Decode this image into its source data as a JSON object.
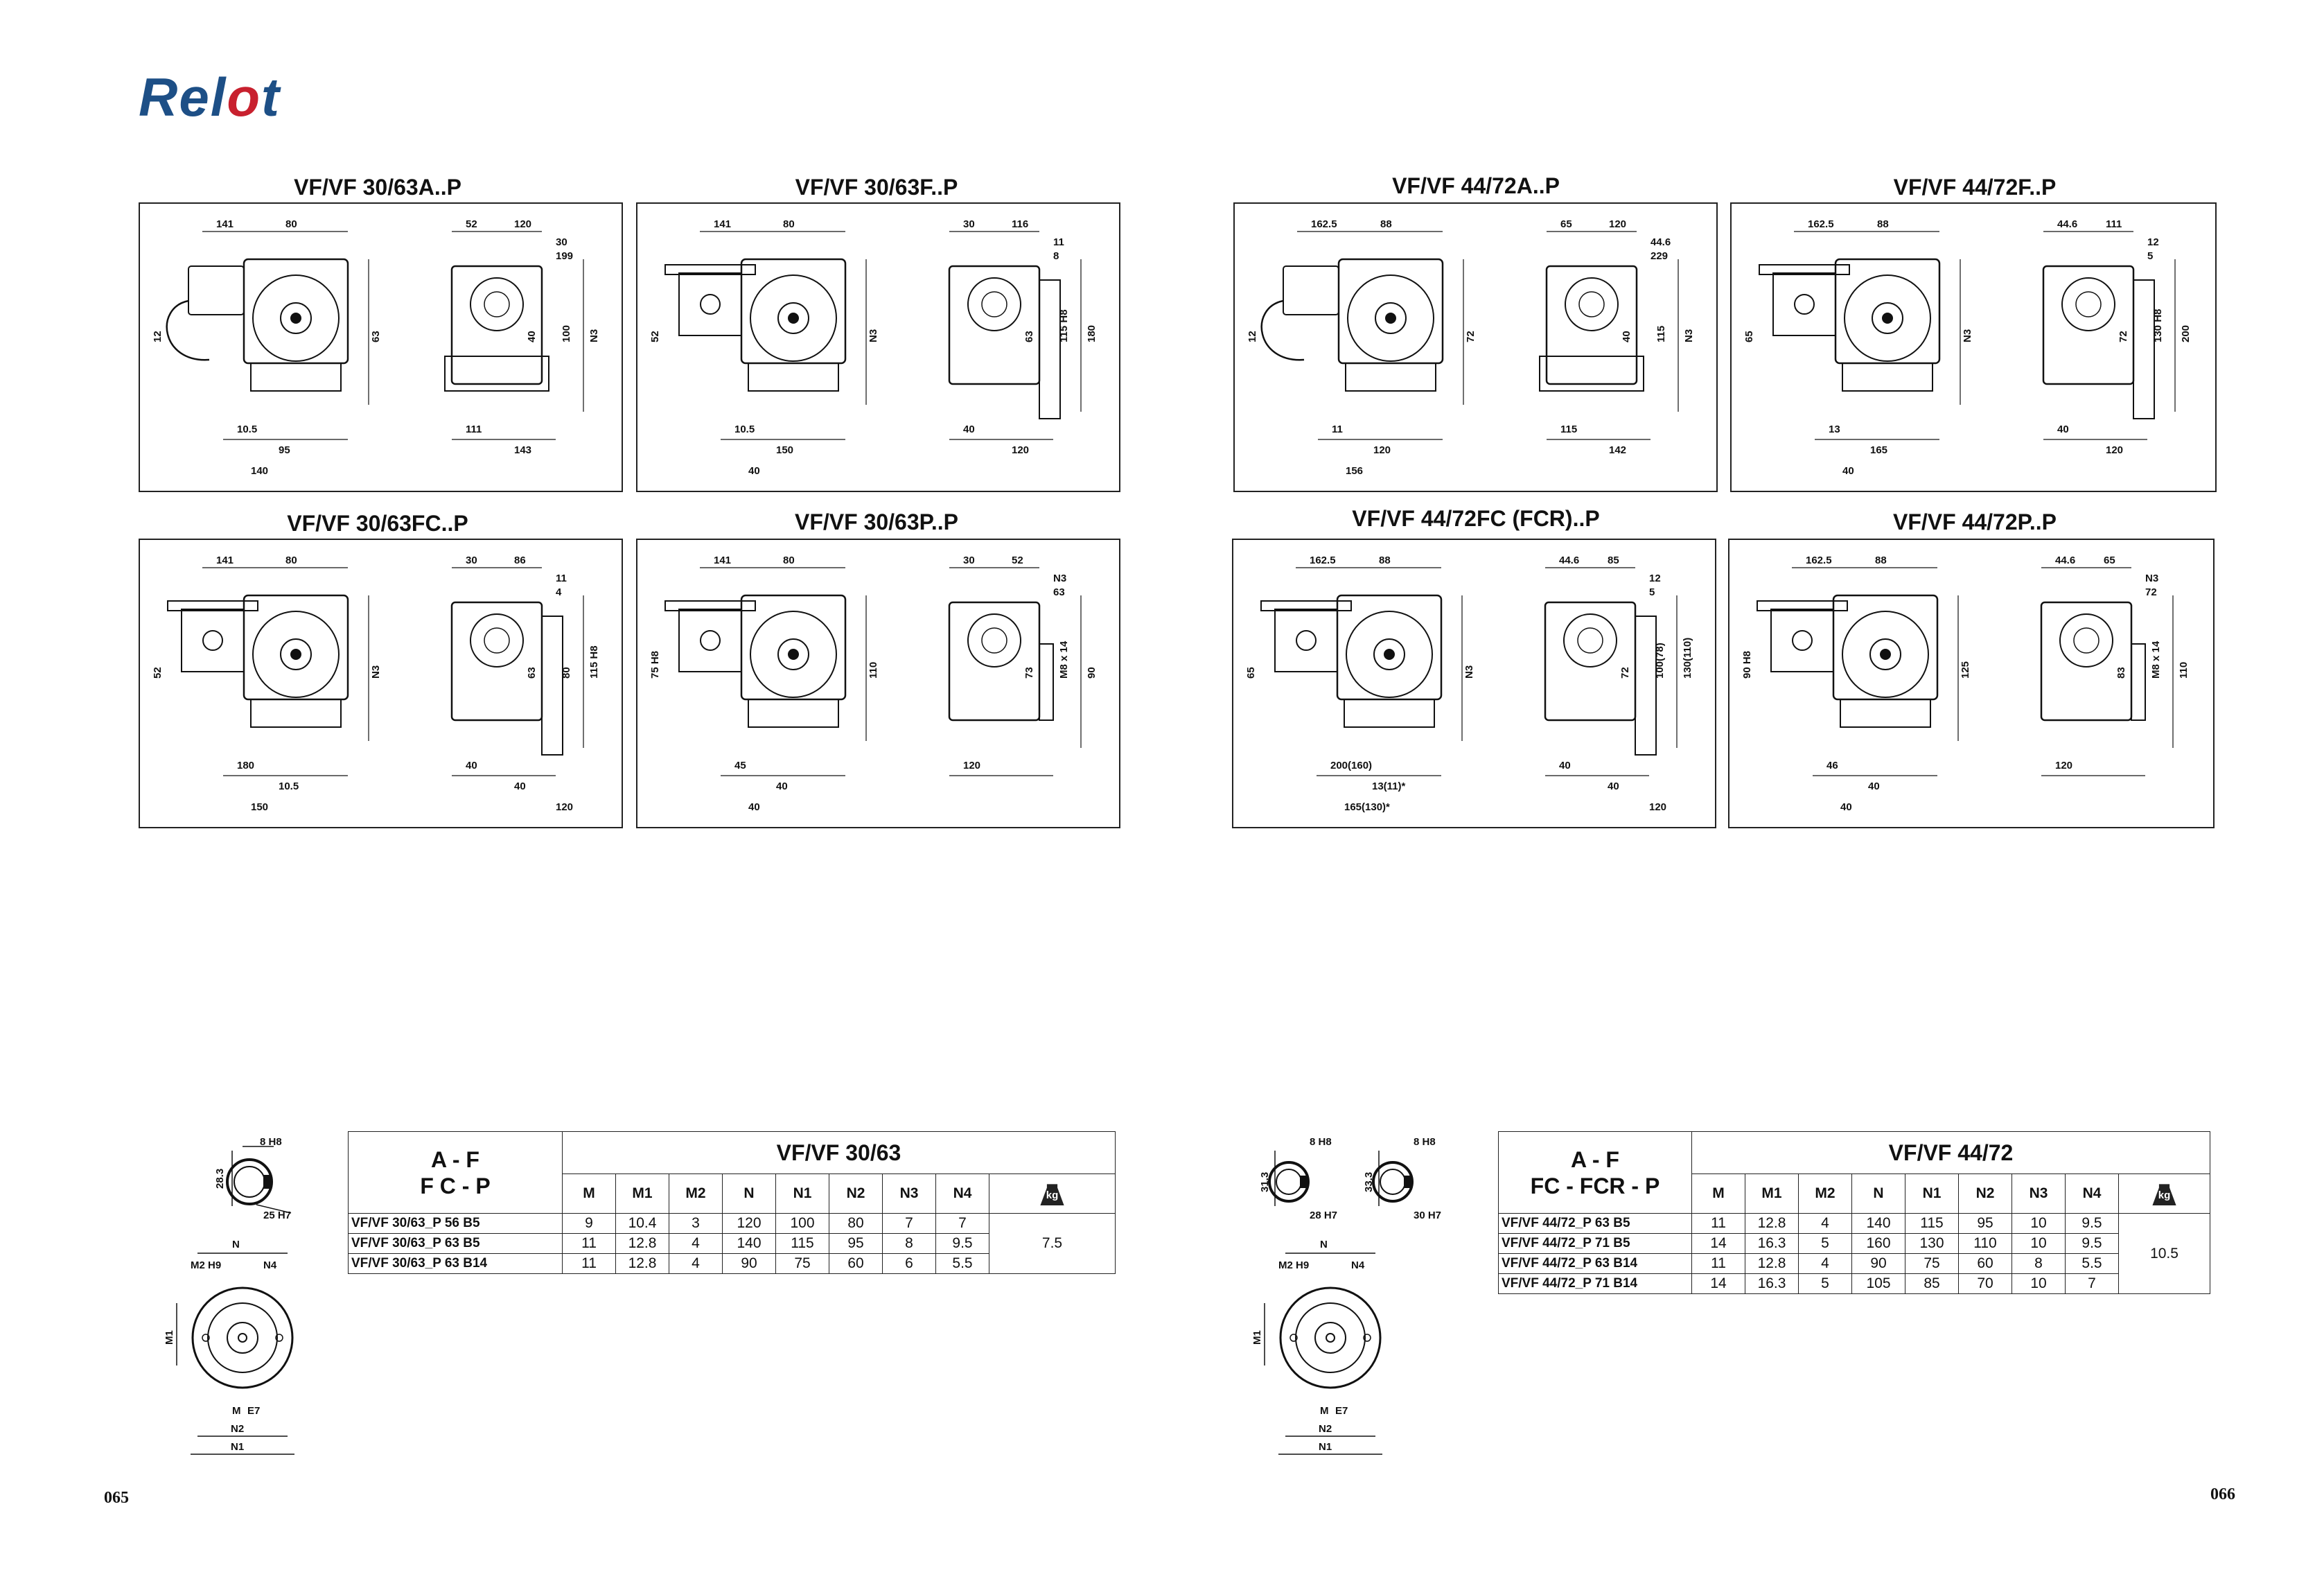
{
  "brand": {
    "logo_text_a": "Rel",
    "logo_text_b": "o",
    "logo_text_c": "t"
  },
  "pages": {
    "left": "065",
    "right": "066"
  },
  "panels": [
    {
      "id": "p1",
      "title": "VF/VF 30/63A..P",
      "dims": [
        "141",
        "80",
        "52",
        "120",
        "30",
        "199",
        "12",
        "63",
        "40",
        "100",
        "N3",
        "10.5",
        "95",
        "140",
        "111",
        "143"
      ]
    },
    {
      "id": "p2",
      "title": "VF/VF 30/63F..P",
      "dims": [
        "141",
        "80",
        "30",
        "116",
        "11",
        "8",
        "52",
        "N3",
        "63",
        "115 H8",
        "180",
        "10.5",
        "150",
        "40",
        "40",
        "120"
      ]
    },
    {
      "id": "p3",
      "title": "VF/VF 44/72A..P",
      "dims": [
        "162.5",
        "88",
        "65",
        "120",
        "44.6",
        "229",
        "12",
        "72",
        "40",
        "115",
        "N3",
        "11",
        "120",
        "156",
        "115",
        "142"
      ]
    },
    {
      "id": "p4",
      "title": "VF/VF 44/72F..P",
      "dims": [
        "162.5",
        "88",
        "44.6",
        "111",
        "12",
        "5",
        "65",
        "N3",
        "72",
        "130 H8",
        "200",
        "13",
        "165",
        "40",
        "40",
        "120"
      ]
    },
    {
      "id": "p5",
      "title": "VF/VF 30/63FC..P",
      "dims": [
        "141",
        "80",
        "30",
        "86",
        "11",
        "4",
        "52",
        "N3",
        "63",
        "80",
        "115 H8",
        "180",
        "10.5",
        "150",
        "40",
        "40",
        "120"
      ]
    },
    {
      "id": "p6",
      "title": "VF/VF 30/63P..P",
      "dims": [
        "141",
        "80",
        "30",
        "52",
        "N3",
        "63",
        "75 H8",
        "110",
        "73",
        "M8 x 14",
        "90",
        "45",
        "40",
        "40",
        "120"
      ]
    },
    {
      "id": "p7",
      "title": "VF/VF 44/72FC (FCR)..P",
      "dims": [
        "162.5",
        "88",
        "44.6",
        "85",
        "12",
        "5",
        "65",
        "N3",
        "72",
        "100(78)",
        "130(110)",
        "200(160)",
        "13(11)*",
        "165(130)*",
        "40",
        "40",
        "120"
      ]
    },
    {
      "id": "p8",
      "title": "VF/VF 44/72P..P",
      "dims": [
        "162.5",
        "88",
        "44.6",
        "65",
        "N3",
        "72",
        "90 H8",
        "125",
        "83",
        "M8 x 14",
        "110",
        "46",
        "40",
        "40",
        "120"
      ]
    }
  ],
  "shaft_left": {
    "key": "8 H8",
    "height": "28.3",
    "bore": "25 H7"
  },
  "shaft_right": [
    {
      "key": "8 H8",
      "height": "31.3",
      "bore": "28 H7"
    },
    {
      "key": "8 H8",
      "height": "33.3",
      "bore": "30 H7"
    }
  ],
  "flange_labels": {
    "n": "N",
    "m2": "M2 H9",
    "n4": "N4",
    "m1": "M1",
    "m": "M",
    "e7": "E7",
    "n2": "N2",
    "n1": "N1"
  },
  "table_left": {
    "group_a": "A - F",
    "group_b": "F C - P",
    "title": "VF/VF 30/63",
    "columns": [
      "M",
      "M1",
      "M2",
      "N",
      "N1",
      "N2",
      "N3",
      "N4"
    ],
    "kg_label": "kg",
    "weight": "7.5",
    "rows": [
      {
        "model": "VF/VF 30/63_P 56 B5",
        "values": [
          "9",
          "10.4",
          "3",
          "120",
          "100",
          "80",
          "7",
          "7"
        ]
      },
      {
        "model": "VF/VF 30/63_P 63 B5",
        "values": [
          "11",
          "12.8",
          "4",
          "140",
          "115",
          "95",
          "8",
          "9.5"
        ]
      },
      {
        "model": "VF/VF 30/63_P 63 B14",
        "values": [
          "11",
          "12.8",
          "4",
          "90",
          "75",
          "60",
          "6",
          "5.5"
        ]
      }
    ]
  },
  "table_right": {
    "group_a": "A - F",
    "group_b": "FC - FCR - P",
    "title": "VF/VF 44/72",
    "columns": [
      "M",
      "M1",
      "M2",
      "N",
      "N1",
      "N2",
      "N3",
      "N4"
    ],
    "kg_label": "kg",
    "weight": "10.5",
    "rows": [
      {
        "model": "VF/VF 44/72_P 63 B5",
        "values": [
          "11",
          "12.8",
          "4",
          "140",
          "115",
          "95",
          "10",
          "9.5"
        ]
      },
      {
        "model": "VF/VF 44/72_P 71 B5",
        "values": [
          "14",
          "16.3",
          "5",
          "160",
          "130",
          "110",
          "10",
          "9.5"
        ]
      },
      {
        "model": "VF/VF 44/72_P 63 B14",
        "values": [
          "11",
          "12.8",
          "4",
          "90",
          "75",
          "60",
          "8",
          "5.5"
        ]
      },
      {
        "model": "VF/VF 44/72_P 71 B14",
        "values": [
          "14",
          "16.3",
          "5",
          "105",
          "85",
          "70",
          "10",
          "7"
        ]
      }
    ]
  }
}
